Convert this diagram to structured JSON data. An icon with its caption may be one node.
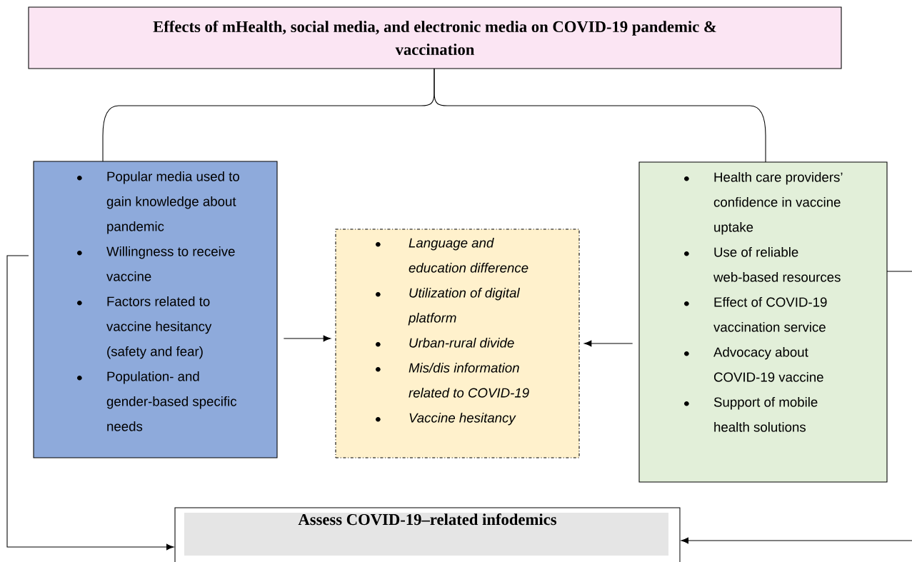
{
  "diagram": {
    "nodes": [
      {
        "text": [
          "Effects of mHealth, social media, and electronic media on COVID-19 pandemic & vaccination"
        ]
      },
      {
        "text": [
          "Popular media used to gain knowledge about pandemic",
          "Willingness to receive vaccine",
          "Factors related to vaccine hesitancy (safety and fear)",
          "Population- and gender-based specific needs"
        ]
      },
      {
        "text": [
          "Language and education difference",
          "Utilization of digital platform",
          "Urban-rural divide",
          "Mis/dis information related to COVID-19",
          "Vaccine hesitancy"
        ]
      },
      {
        "text": [
          "Health care providers’ confidence in vaccine uptake",
          "Use of reliable web-based resources",
          "Effect of COVID-19 vaccination service",
          "Advocacy about COVID-19 vaccine",
          "Support of mobile health solutions"
        ]
      },
      {
        "text": [
          "Assess COVID-19–related infodemics"
        ]
      }
    ],
    "edges": [
      {
        "from": 0,
        "to": 1,
        "arrow": "none"
      },
      {
        "from": 0,
        "to": 3,
        "arrow": "none"
      },
      {
        "from": 1,
        "to": 2,
        "arrow": "to"
      },
      {
        "from": 3,
        "to": 2,
        "arrow": "to"
      },
      {
        "from": 1,
        "to": 4,
        "arrow": "to"
      },
      {
        "from": 3,
        "to": 4,
        "arrow": "to"
      }
    ]
  }
}
